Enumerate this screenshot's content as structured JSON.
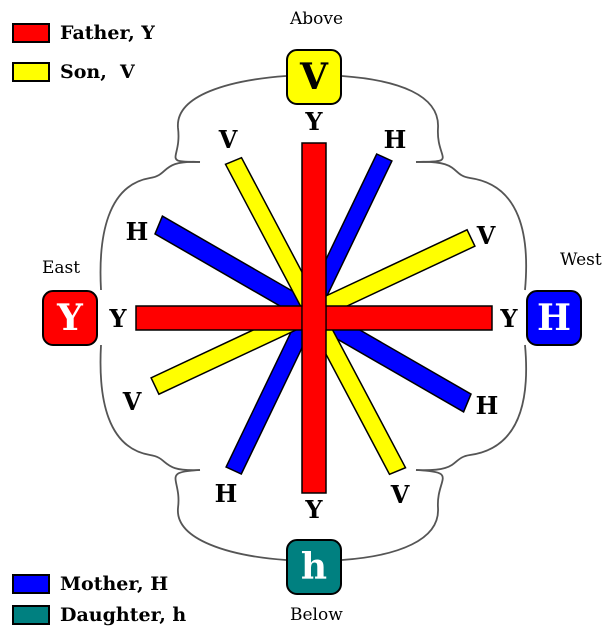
{
  "colors": {
    "father": "#ff0000",
    "son": "#ffff00",
    "mother": "#0000ff",
    "daughter": "#008080",
    "outline": "#000000",
    "connector": "#555555"
  },
  "legend": {
    "father": "Father, Y",
    "son": "Son,  V",
    "mother": "Mother, H",
    "daughter": "Daughter, h"
  },
  "directions": {
    "above": "Above",
    "east": "East",
    "west": "West",
    "below": "Below"
  },
  "tiles": {
    "above": {
      "letter": "V",
      "fill": "#ffff00",
      "text_color": "#000000",
      "icon": "son-letter-v-icon"
    },
    "east": {
      "letter": "Y",
      "fill": "#ff0000",
      "text_color": "#ffffff",
      "icon": "father-letter-y-icon"
    },
    "west": {
      "letter": "H",
      "fill": "#0000ff",
      "text_color": "#ffffff",
      "icon": "mother-letter-h-icon"
    },
    "below": {
      "letter": "h",
      "fill": "#008080",
      "text_color": "#ffffff",
      "icon": "daughter-letter-h-icon"
    }
  },
  "bar_labels": {
    "father_top": "Y",
    "father_bottom": "Y",
    "father_left": "Y",
    "father_right": "Y",
    "son_upper_left": "V",
    "son_upper_right": "V",
    "son_lower_left": "V",
    "son_lower_right": "V",
    "mother_upper_left": "H",
    "mother_upper_right": "H",
    "mother_lower_left": "H",
    "mother_lower_right": "H"
  }
}
